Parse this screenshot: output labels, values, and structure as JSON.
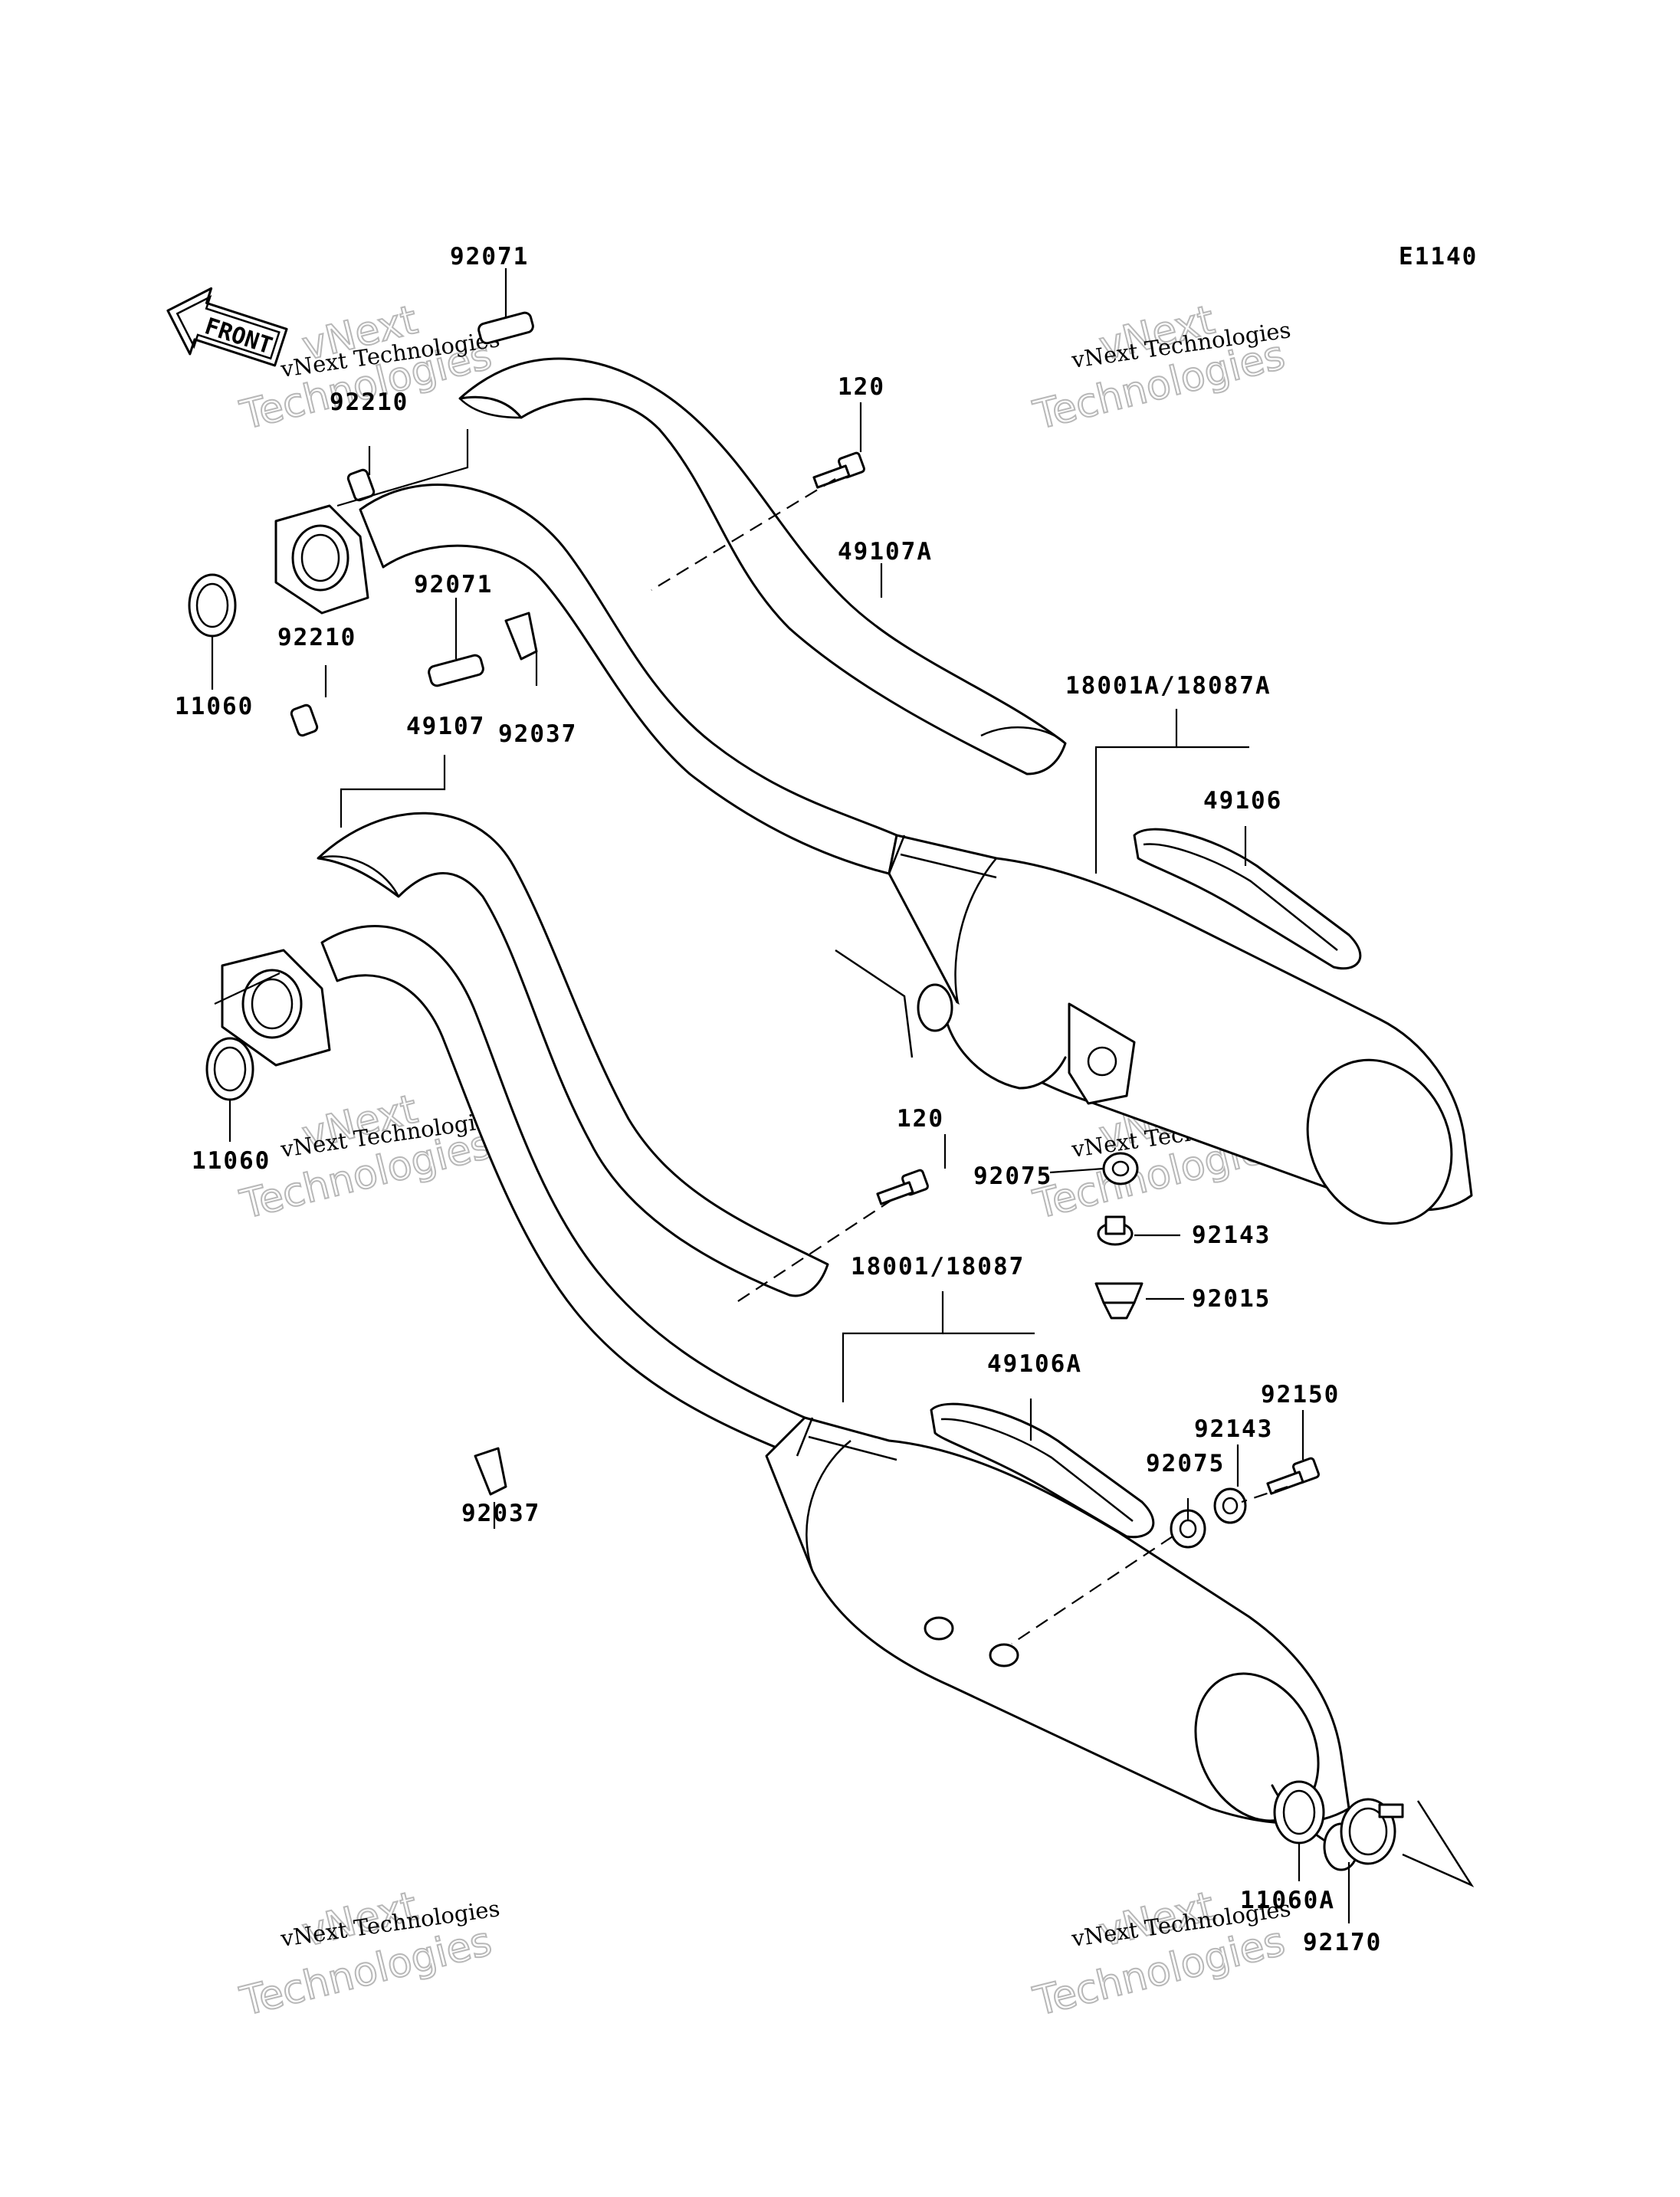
{
  "diagram": {
    "code": "E1140",
    "front_label": "FRONT",
    "watermark": {
      "line1": "vNext Technologies",
      "big1": "vNext",
      "big2": "Technologies"
    },
    "labels": {
      "p92071_top": "92071",
      "p92210_top": "92210",
      "p120_top": "120",
      "p49107A": "49107A",
      "p11060_top": "11060",
      "p92210_mid": "92210",
      "p92071_mid": "92071",
      "p92037_top": "92037",
      "p49107": "49107",
      "p18001A": "18001A/18087A",
      "p49106": "49106",
      "p11060_mid": "11060",
      "p120_mid": "120",
      "p92075_top": "92075",
      "p92143_top": "92143",
      "p92015": "92015",
      "p18001": "18001/18087",
      "p49106A": "49106A",
      "p92150": "92150",
      "p92143_bot": "92143",
      "p92075_bot": "92075",
      "p92037_bot": "92037",
      "p11060A": "11060A",
      "p92170": "92170"
    }
  }
}
